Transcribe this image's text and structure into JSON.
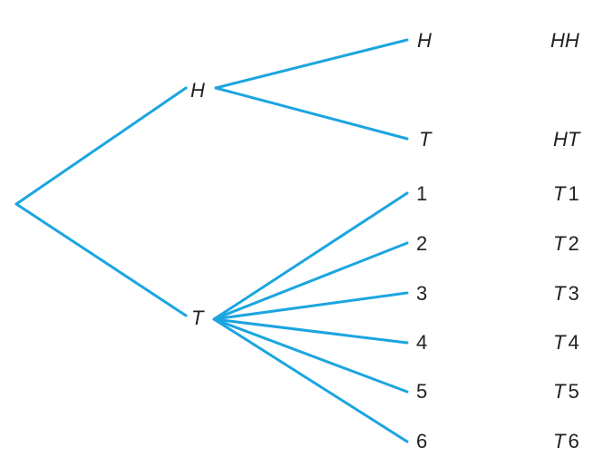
{
  "tree": {
    "level1": [
      {
        "label": "H",
        "italic": true
      },
      {
        "label": "T",
        "italic": true
      }
    ],
    "level2_heads": [
      {
        "label": "H",
        "italic": true
      },
      {
        "label": "T",
        "italic": true
      }
    ],
    "level2_tails": [
      {
        "label": "1"
      },
      {
        "label": "2"
      },
      {
        "label": "3"
      },
      {
        "label": "4"
      },
      {
        "label": "5"
      },
      {
        "label": "6"
      }
    ],
    "outcomes": [
      {
        "first": "HH",
        "second": ""
      },
      {
        "first": "HT",
        "second": ""
      },
      {
        "first": "T",
        "second": "1"
      },
      {
        "first": "T",
        "second": "2"
      },
      {
        "first": "T",
        "second": "3"
      },
      {
        "first": "T",
        "second": "4"
      },
      {
        "first": "T",
        "second": "5"
      },
      {
        "first": "T",
        "second": "6"
      }
    ],
    "branch_color": "#1ba5e0"
  }
}
